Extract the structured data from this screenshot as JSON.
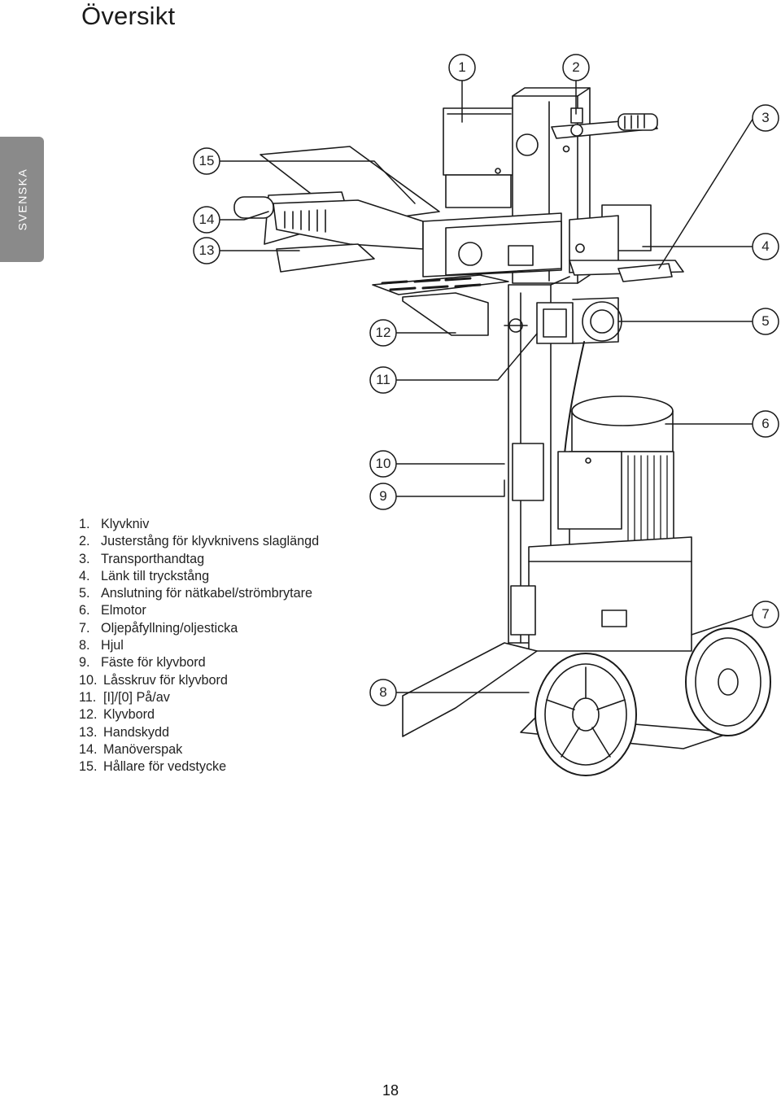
{
  "page": {
    "title": "Översikt",
    "language_tab": "SVENSKA",
    "page_number": "18"
  },
  "legend": [
    {
      "num": "1.",
      "text": "Klyvkniv"
    },
    {
      "num": "2.",
      "text": "Justerstång för klyvknivens slaglängd"
    },
    {
      "num": "3.",
      "text": "Transporthandtag"
    },
    {
      "num": "4.",
      "text": "Länk till tryckstång"
    },
    {
      "num": "5.",
      "text": "Anslutning för nätkabel/strömbrytare"
    },
    {
      "num": "6.",
      "text": "Elmotor"
    },
    {
      "num": "7.",
      "text": "Oljepåfyllning/oljesticka"
    },
    {
      "num": "8.",
      "text": "Hjul"
    },
    {
      "num": "9.",
      "text": "Fäste för klyvbord"
    },
    {
      "num": "10.",
      "text": "Låsskruv för klyvbord"
    },
    {
      "num": "11.",
      "text": "[I]/[0] På/av"
    },
    {
      "num": "12.",
      "text": "Klyvbord"
    },
    {
      "num": "13.",
      "text": "Handskydd"
    },
    {
      "num": "14.",
      "text": "Manöverspak"
    },
    {
      "num": "15.",
      "text": "Hållare för vedstycke"
    }
  ],
  "callouts": [
    "1",
    "2",
    "3",
    "4",
    "5",
    "6",
    "7",
    "8",
    "9",
    "10",
    "11",
    "12",
    "13",
    "14",
    "15"
  ],
  "colors": {
    "ink": "#1a1a1a",
    "tab": "#8a8a8a"
  }
}
